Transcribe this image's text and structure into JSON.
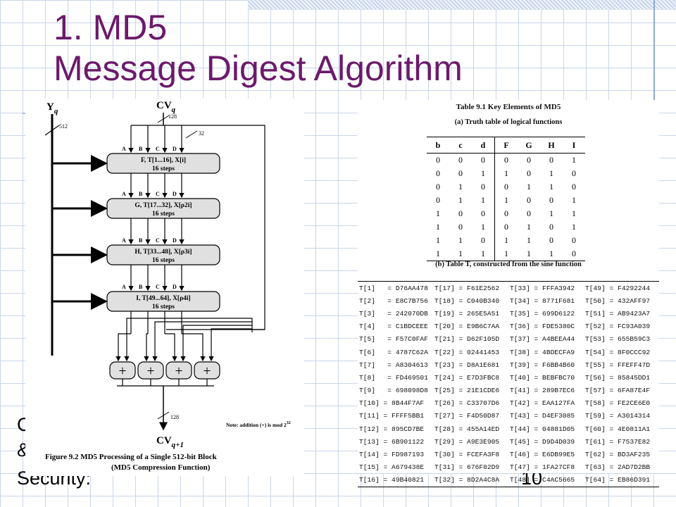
{
  "slide": {
    "title_line1": "1. MD5",
    "title_line2": "Message Digest Algorithm",
    "footer_line1": "Cry",
    "footer_line2": "& N",
    "footer_line3": "Security:",
    "page_number": "10",
    "title_color": "#6b1a6b"
  },
  "figure": {
    "yq": "Y",
    "yq_sub": "q",
    "cvq": "CV",
    "cvq_sub": "q",
    "bits_128_top": "128",
    "bits_512": "512",
    "bits_32": "32",
    "abcd": [
      "A",
      "B",
      "C",
      "D"
    ],
    "rounds": [
      {
        "line1": "F, T[1...16], X[i]",
        "line2": "16 steps"
      },
      {
        "line1": "G, T[17...32], X[ρ2i]",
        "line2": "16 steps"
      },
      {
        "line1": "H, T[33...48], X[ρ3i]",
        "line2": "16 steps"
      },
      {
        "line1": "I, T[49...64], X[ρ4i]",
        "line2": "16 steps"
      }
    ],
    "plus": "+",
    "bits_128_bottom": "128",
    "cvq1": "CV",
    "cvq1_sub": "q+1",
    "note": "Note:  addition (+) is mod 2",
    "note_exp": "32",
    "caption_line1": "Figure 9.2    MD5 Processing of a Single 512-bit Block",
    "caption_line2": "(MD5 Compression Function)"
  },
  "table": {
    "title": "Table 9.1   Key Elements of MD5",
    "subtitle_a": "(a)  Truth table of logical functions",
    "subtitle_b": "(b) Table T, constructed from the sine function",
    "truth_headers": [
      "b",
      "c",
      "d",
      "F",
      "G",
      "H",
      "I"
    ],
    "truth_rows": [
      [
        "0",
        "0",
        "0",
        "0",
        "0",
        "0",
        "1"
      ],
      [
        "0",
        "0",
        "1",
        "1",
        "0",
        "1",
        "0"
      ],
      [
        "0",
        "1",
        "0",
        "0",
        "1",
        "1",
        "0"
      ],
      [
        "0",
        "1",
        "1",
        "1",
        "0",
        "0",
        "1"
      ],
      [
        "1",
        "0",
        "0",
        "0",
        "0",
        "1",
        "1"
      ],
      [
        "1",
        "0",
        "1",
        "0",
        "1",
        "0",
        "1"
      ],
      [
        "1",
        "1",
        "0",
        "1",
        "1",
        "0",
        "0"
      ],
      [
        "1",
        "1",
        "1",
        "1",
        "1",
        "1",
        "0"
      ]
    ],
    "t_rows": [
      [
        "T[1]   = D76AA478",
        "T[17] = F61E2562",
        "T[33] = FFFA3942",
        "T[49] = F4292244"
      ],
      [
        "T[2]   = E8C7B756",
        "T[18] = C040B340",
        "T[34] = 8771F681",
        "T[50] = 432AFF97"
      ],
      [
        "T[3]   = 242070DB",
        "T[19] = 265E5A51",
        "T[35] = 699D6122",
        "T[51] = AB9423A7"
      ],
      [
        "T[4]   = C1BDCEEE",
        "T[20] = E9B6C7AA",
        "T[36] = FDE5380C",
        "T[52] = FC93A039"
      ],
      [
        "T[5]   = F57C0FAF",
        "T[21] = D62F105D",
        "T[37] = A4BEEA44",
        "T[53] = 655B59C3"
      ],
      [
        "T[6]   = 4787C62A",
        "T[22] = 02441453",
        "T[38] = 4BDECFA9",
        "T[54] = 8F0CCC92"
      ],
      [
        "T[7]   = A8304613",
        "T[23] = D8A1E681",
        "T[39] = F6BB4B60",
        "T[55] = FFEFF47D"
      ],
      [
        "T[8]   = FD469501",
        "T[24] = E7D3FBC8",
        "T[40] = BEBFBC70",
        "T[56] = 85845DD1"
      ],
      [
        "T[9]   = 698098D8",
        "T[25] = 21E1CDE6",
        "T[41] = 289B7EC6",
        "T[57] = 6FA87E4F"
      ],
      [
        "T[10] = 8B44F7AF",
        "T[26] = C33707D6",
        "T[42] = EAA127FA",
        "T[58] = FE2CE6E0"
      ],
      [
        "T[11] = FFFF5BB1",
        "T[27] = F4D50D87",
        "T[43] = D4EF3085",
        "T[59] = A3014314"
      ],
      [
        "T[12] = 895CD7BE",
        "T[28] = 455A14ED",
        "T[44] = 04881D05",
        "T[60] = 4E0811A1"
      ],
      [
        "T[13] = 6B901122",
        "T[29] = A9E3E905",
        "T[45] = D9D4D039",
        "T[61] = F7537E82"
      ],
      [
        "T[14] = FD987193",
        "T[30] = FCEFA3F8",
        "T[46] = E6DB99E5",
        "T[62] = BD3AF235"
      ],
      [
        "T[15] = A679438E",
        "T[31] = 676F02D9",
        "T[47] = 1FA27CF8",
        "T[63] = 2AD7D2BB"
      ],
      [
        "T[16] = 49B40821",
        "T[32] = 8D2A4C8A",
        "T[48] = C4AC5665",
        "T[64] = EB86D391"
      ]
    ]
  }
}
